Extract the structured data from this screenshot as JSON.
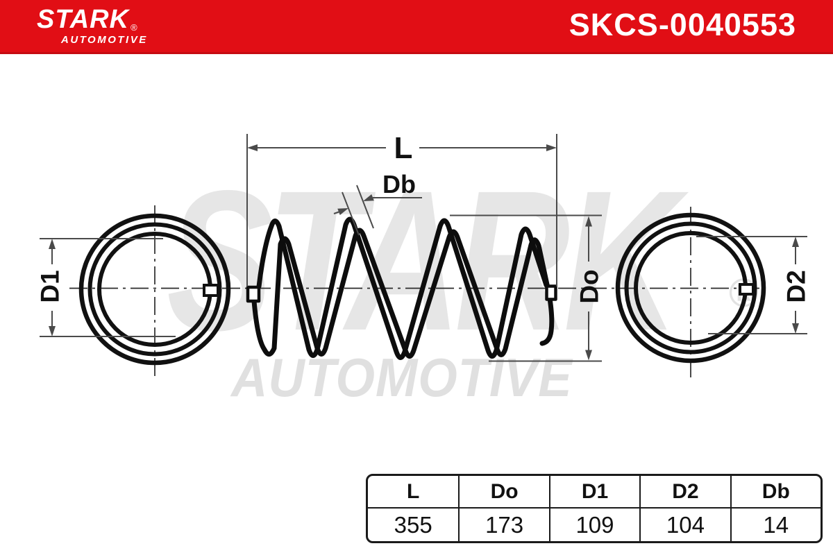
{
  "header": {
    "brand": "STARK",
    "brand_registered": "®",
    "brand_sub": "AUTOMOTIVE",
    "part_number": "SKCS-0040553"
  },
  "watermark": {
    "brand": "STARK",
    "registered": "®",
    "sub": "AUTOMOTIVE"
  },
  "diagram": {
    "labels": {
      "length": "L",
      "wire_diameter": "Db",
      "outer_diameter": "Do",
      "inner_diameter_1": "D1",
      "inner_diameter_2": "D2"
    }
  },
  "table": {
    "headers": [
      "L",
      "Do",
      "D1",
      "D2",
      "Db"
    ],
    "values": [
      "355",
      "173",
      "109",
      "104",
      "14"
    ]
  },
  "colors": {
    "brand_red": "#E10E15",
    "line_black": "#111111",
    "dimension_gray": "#4A4A4A",
    "watermark_gray": "#E4E4E4"
  }
}
